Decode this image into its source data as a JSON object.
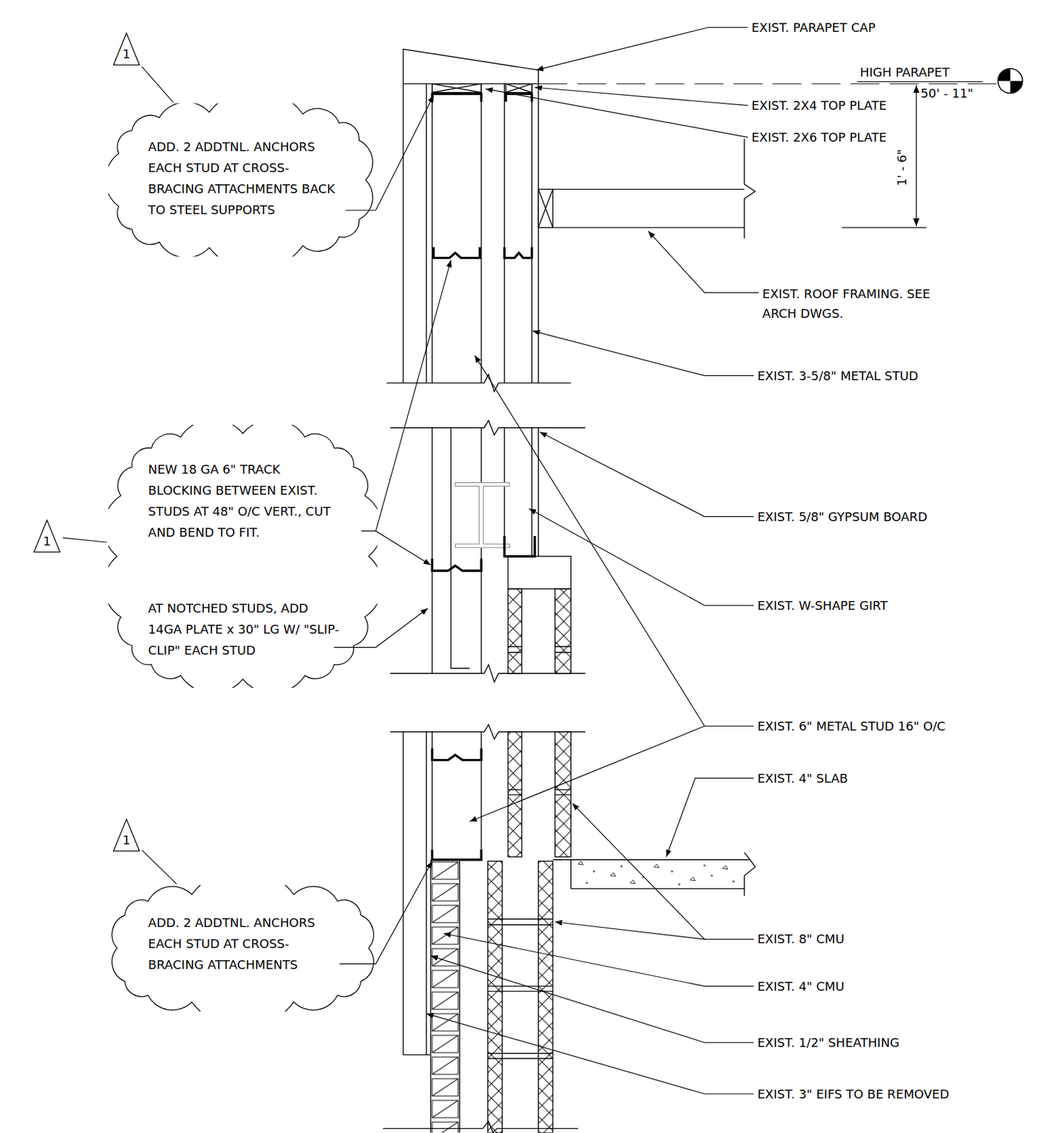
{
  "diagram": {
    "nodes": [
      {
        "text": [
          "1"
        ]
      },
      {
        "text": [
          "ADD. 2 ADDTNL. ANCHORS EACH STUD AT CROSS- BRACING ATTACHMENTS BACK TO STEEL SUPPORTS"
        ]
      },
      {
        "text": [
          "1"
        ]
      },
      {
        "text": [
          "NEW 18 GA 6\" TRACK BLOCKING BETWEEN EXIST. STUDS AT 48\" O/C VERT., CUT AND BEND TO FIT.",
          "AT NOTCHED STUDS, ADD 14GA PLATE x 30\" LG W/ \"SLIP-CLIP\" EACH STUD"
        ]
      },
      {
        "text": [
          "1"
        ]
      },
      {
        "text": [
          "ADD. 2 ADDTNL. ANCHORS EACH STUD AT CROSS- BRACING ATTACHMENTS"
        ]
      }
    ],
    "edges": [
      {
        "from": 0,
        "to": 1,
        "arrow": "none"
      },
      {
        "from": 2,
        "to": 3,
        "arrow": "none"
      },
      {
        "from": 4,
        "to": 5,
        "arrow": "none"
      }
    ],
    "labels": [
      "EXIST. PARAPET CAP",
      "HIGH PARAPET",
      "50' - 11\"",
      "EXIST. 2X4 TOP PLATE",
      "EXIST. 2X6 TOP PLATE",
      "1' - 6\"",
      "EXIST. ROOF FRAMING. SEE ARCH DWGS.",
      "EXIST. 3-5/8\" METAL STUD",
      "EXIST. 5/8\" GYPSUM BOARD",
      "EXIST. W-SHAPE GIRT",
      "EXIST. 6\" METAL STUD 16\" O/C",
      "EXIST. 4\" SLAB",
      "EXIST. 8\" CMU",
      "EXIST. 4\" CMU",
      "EXIST. 1/2\" SHEATHING",
      "EXIST. 3\" EIFS TO BE REMOVED"
    ]
  }
}
